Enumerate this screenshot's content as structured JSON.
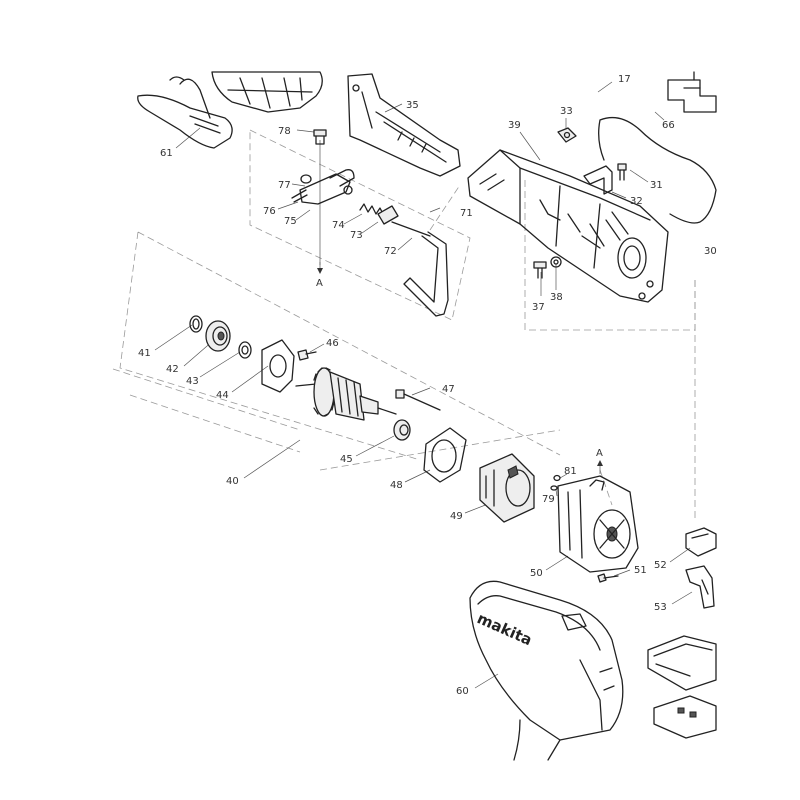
{
  "diagram": {
    "callouts": [
      "17",
      "30",
      "31",
      "32",
      "33",
      "35",
      "37",
      "38",
      "39",
      "40",
      "41",
      "42",
      "43",
      "44",
      "45",
      "46",
      "47",
      "48",
      "49",
      "50",
      "51",
      "52",
      "53",
      "60",
      "61",
      "66",
      "71",
      "72",
      "73",
      "74",
      "75",
      "76",
      "77",
      "78",
      "79",
      "81",
      "A",
      "A"
    ],
    "brand_text": "makita"
  }
}
